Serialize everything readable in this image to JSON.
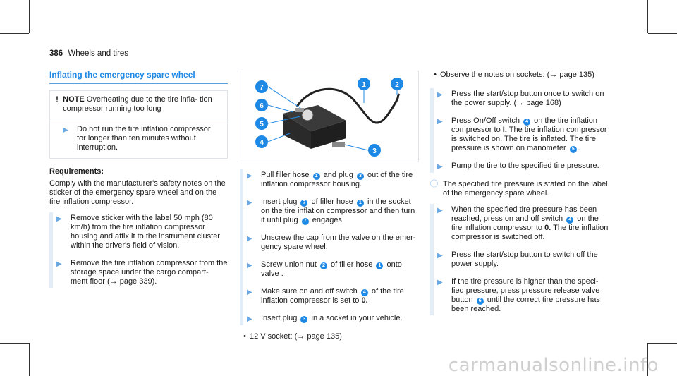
{
  "header": {
    "page_number": "386",
    "section": "Wheels and tires"
  },
  "col1": {
    "title": "Inflating the emergency spare wheel",
    "note_label": "NOTE",
    "note_text": "Overheating due to the tire infla- tion compressor running too long",
    "note_step": "Do not run the tire inflation compressor for longer than ten minutes without interruption.",
    "req_title": "Requirements:",
    "req_text": "Comply with the manufacturer's safety notes on the sticker of the emergency spare wheel and on the tire inflation compressor.",
    "step1": "Remove sticker with the label 50 mph (80 km/h) from the tire inflation compressor housing and affix it to the instrument cluster within the driver's field of vision.",
    "step2_a": "Remove the tire inflation compressor from the storage space under the cargo compart- ment floor (",
    "step2_ref": "page 339).",
    "arrow_ref_sym": "→"
  },
  "figure": {
    "callouts": [
      "7",
      "6",
      "5",
      "4",
      "1",
      "2",
      "3"
    ]
  },
  "col2": {
    "s1": [
      "Pull filler hose",
      "1",
      "and plug",
      "3",
      "out of the tire inflation compressor housing."
    ],
    "s2": [
      "Insert plug",
      "7",
      "of filler hose",
      "1",
      "in the socket on the tire inflation compressor and then turn it until plug",
      "7",
      "engages."
    ],
    "s3": "Unscrew the cap from the valve on the emer- gency spare wheel.",
    "s4": [
      "Screw union nut",
      "2",
      "of filler hose",
      "1",
      "onto valve ."
    ],
    "s5": [
      "Make sure on and off switch",
      "4",
      "of the tire inflation compressor is set to",
      "0."
    ],
    "s6": [
      "Insert plug",
      "3",
      "in a socket in your vehicle."
    ],
    "b1": "12 V socket: (",
    "b1_ref": "page 135)"
  },
  "col3": {
    "b1": "Observe the notes on sockets: (",
    "b1_ref": "page 135)",
    "s1_a": "Press the start/stop button once to switch on the power supply. (",
    "s1_ref": "page 168)",
    "s2": [
      "Press On/Off switch",
      "4",
      "on the tire inflation compressor to",
      "I.",
      "The tire inflation compressor is switched on. The tire is inflated. The tire pressure is shown on manometer",
      "5",
      "."
    ],
    "s3": "Pump the tire to the specified tire pressure.",
    "info": "The specified tire pressure is stated on the label of the emergency spare wheel.",
    "s4": [
      "When the specified tire pressure has been reached, press on and off switch",
      "4",
      "on the tire inflation compressor to",
      "0.",
      "The tire inflation compressor is switched off."
    ],
    "s5": "Press the start/stop button to switch off the power supply.",
    "s6": [
      "If the tire pressure is higher than the speci- fied pressure, press pressure release valve button",
      "6",
      "until the correct tire pressure has been reached."
    ]
  },
  "footer": {
    "watermark": "carmanualsonline.info"
  }
}
